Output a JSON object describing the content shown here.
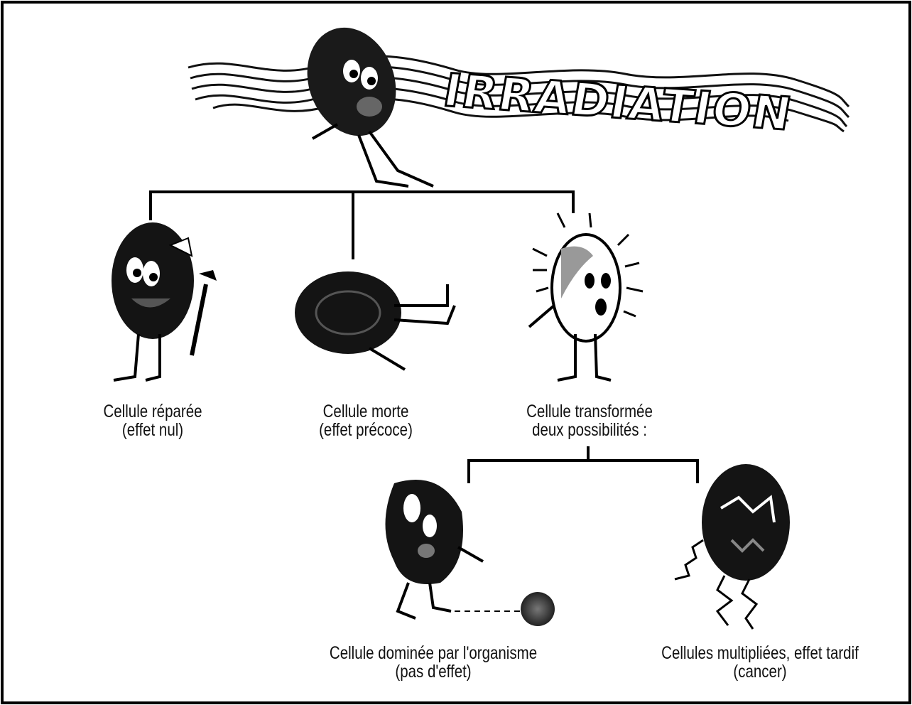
{
  "banner": {
    "title": "IRRADIATION"
  },
  "nodes": {
    "repaired": {
      "line1": "Cellule réparée",
      "line2": "(effet nul)"
    },
    "dead": {
      "line1": "Cellule morte",
      "line2": "(effet précoce)"
    },
    "transformed": {
      "line1": "Cellule transformée",
      "line2": "deux possibilités :"
    },
    "dominated": {
      "line1": "Cellule dominée par l'organisme",
      "line2": "(pas d'effet)"
    },
    "multiplied": {
      "line1": "Cellules multipliées, effet tardif",
      "line2": "(cancer)"
    }
  }
}
